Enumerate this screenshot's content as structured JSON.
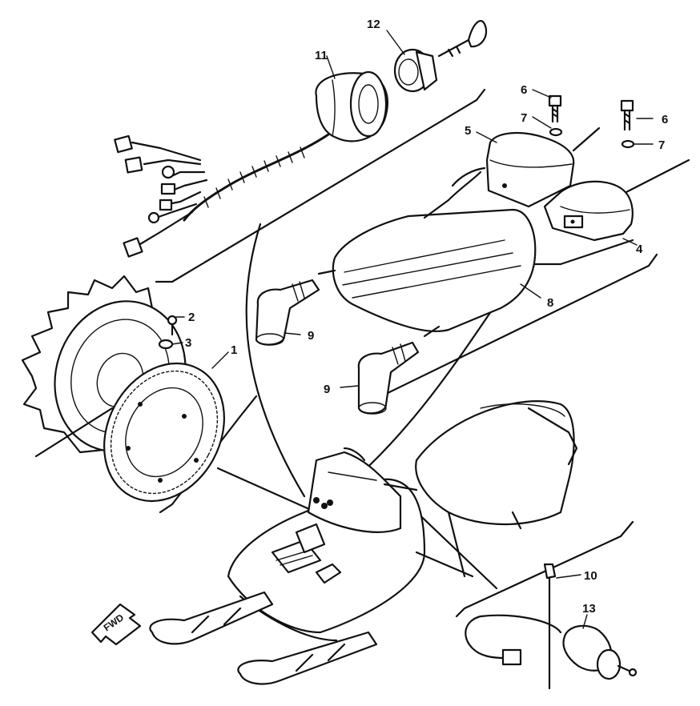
{
  "callouts": [
    {
      "id": "1",
      "text": "1"
    },
    {
      "id": "2",
      "text": "2"
    },
    {
      "id": "3",
      "text": "3"
    },
    {
      "id": "4",
      "text": "4"
    },
    {
      "id": "5",
      "text": "5"
    },
    {
      "id": "6a",
      "text": "6"
    },
    {
      "id": "6b",
      "text": "6"
    },
    {
      "id": "7a",
      "text": "7"
    },
    {
      "id": "7b",
      "text": "7"
    },
    {
      "id": "8",
      "text": "8"
    },
    {
      "id": "9a",
      "text": "9"
    },
    {
      "id": "9b",
      "text": "9"
    },
    {
      "id": "10",
      "text": "10"
    },
    {
      "id": "11",
      "text": "11"
    },
    {
      "id": "12",
      "text": "12"
    },
    {
      "id": "13",
      "text": "13"
    }
  ],
  "fwd_label": "FWD"
}
